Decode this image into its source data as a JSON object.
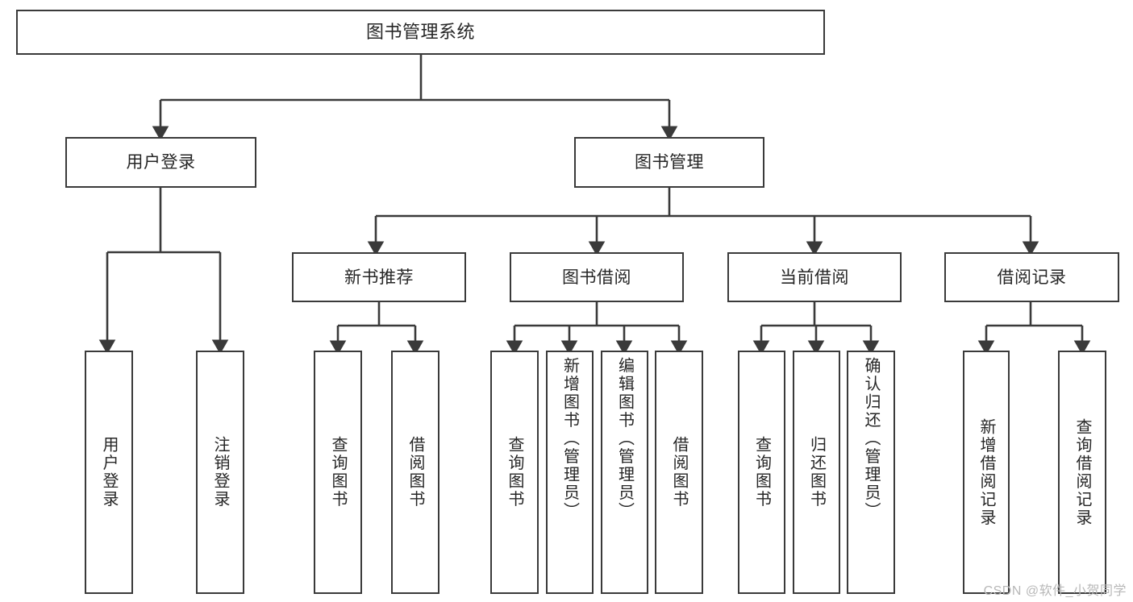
{
  "diagram": {
    "type": "tree-hierarchy",
    "title": "图书管理系统",
    "root": {
      "id": "root",
      "label": "图书管理系统"
    },
    "level1": [
      {
        "id": "user-login",
        "label": "用户登录"
      },
      {
        "id": "book-manage",
        "label": "图书管理"
      }
    ],
    "level2": [
      {
        "id": "new-book-rec",
        "label": "新书推荐",
        "parent": "book-manage"
      },
      {
        "id": "book-borrow",
        "label": "图书借阅",
        "parent": "book-manage"
      },
      {
        "id": "current-borrow",
        "label": "当前借阅",
        "parent": "book-manage"
      },
      {
        "id": "borrow-record",
        "label": "借阅记录",
        "parent": "book-manage"
      }
    ],
    "leaves": {
      "user_login": [
        {
          "id": "leaf-user-login",
          "label": "用户登录"
        },
        {
          "id": "leaf-user-logout",
          "label": "注销登录"
        }
      ],
      "new_book_rec": [
        {
          "id": "leaf-query-book-1",
          "label": "查询图书"
        },
        {
          "id": "leaf-borrow-book-1",
          "label": "借阅图书"
        }
      ],
      "book_borrow": [
        {
          "id": "leaf-query-book-2",
          "label": "查询图书"
        },
        {
          "id": "leaf-add-book",
          "label": "新增图书（管理员）"
        },
        {
          "id": "leaf-edit-book",
          "label": "编辑图书（管理员）"
        },
        {
          "id": "leaf-borrow-book-2",
          "label": "借阅图书"
        }
      ],
      "current_borrow": [
        {
          "id": "leaf-query-book-3",
          "label": "查询图书"
        },
        {
          "id": "leaf-return-book",
          "label": "归还图书"
        },
        {
          "id": "leaf-confirm-return",
          "label": "确认归还（管理员）"
        }
      ],
      "borrow_record": [
        {
          "id": "leaf-add-record",
          "label": "新增借阅记录"
        },
        {
          "id": "leaf-query-record",
          "label": "查询借阅记录"
        }
      ]
    }
  },
  "watermark": {
    "text": "CSDN @软件_小贺同学"
  },
  "colors": {
    "stroke": "#3a3a3a",
    "text": "#262626",
    "background": "#ffffff",
    "watermark": "#b8b8b8"
  }
}
